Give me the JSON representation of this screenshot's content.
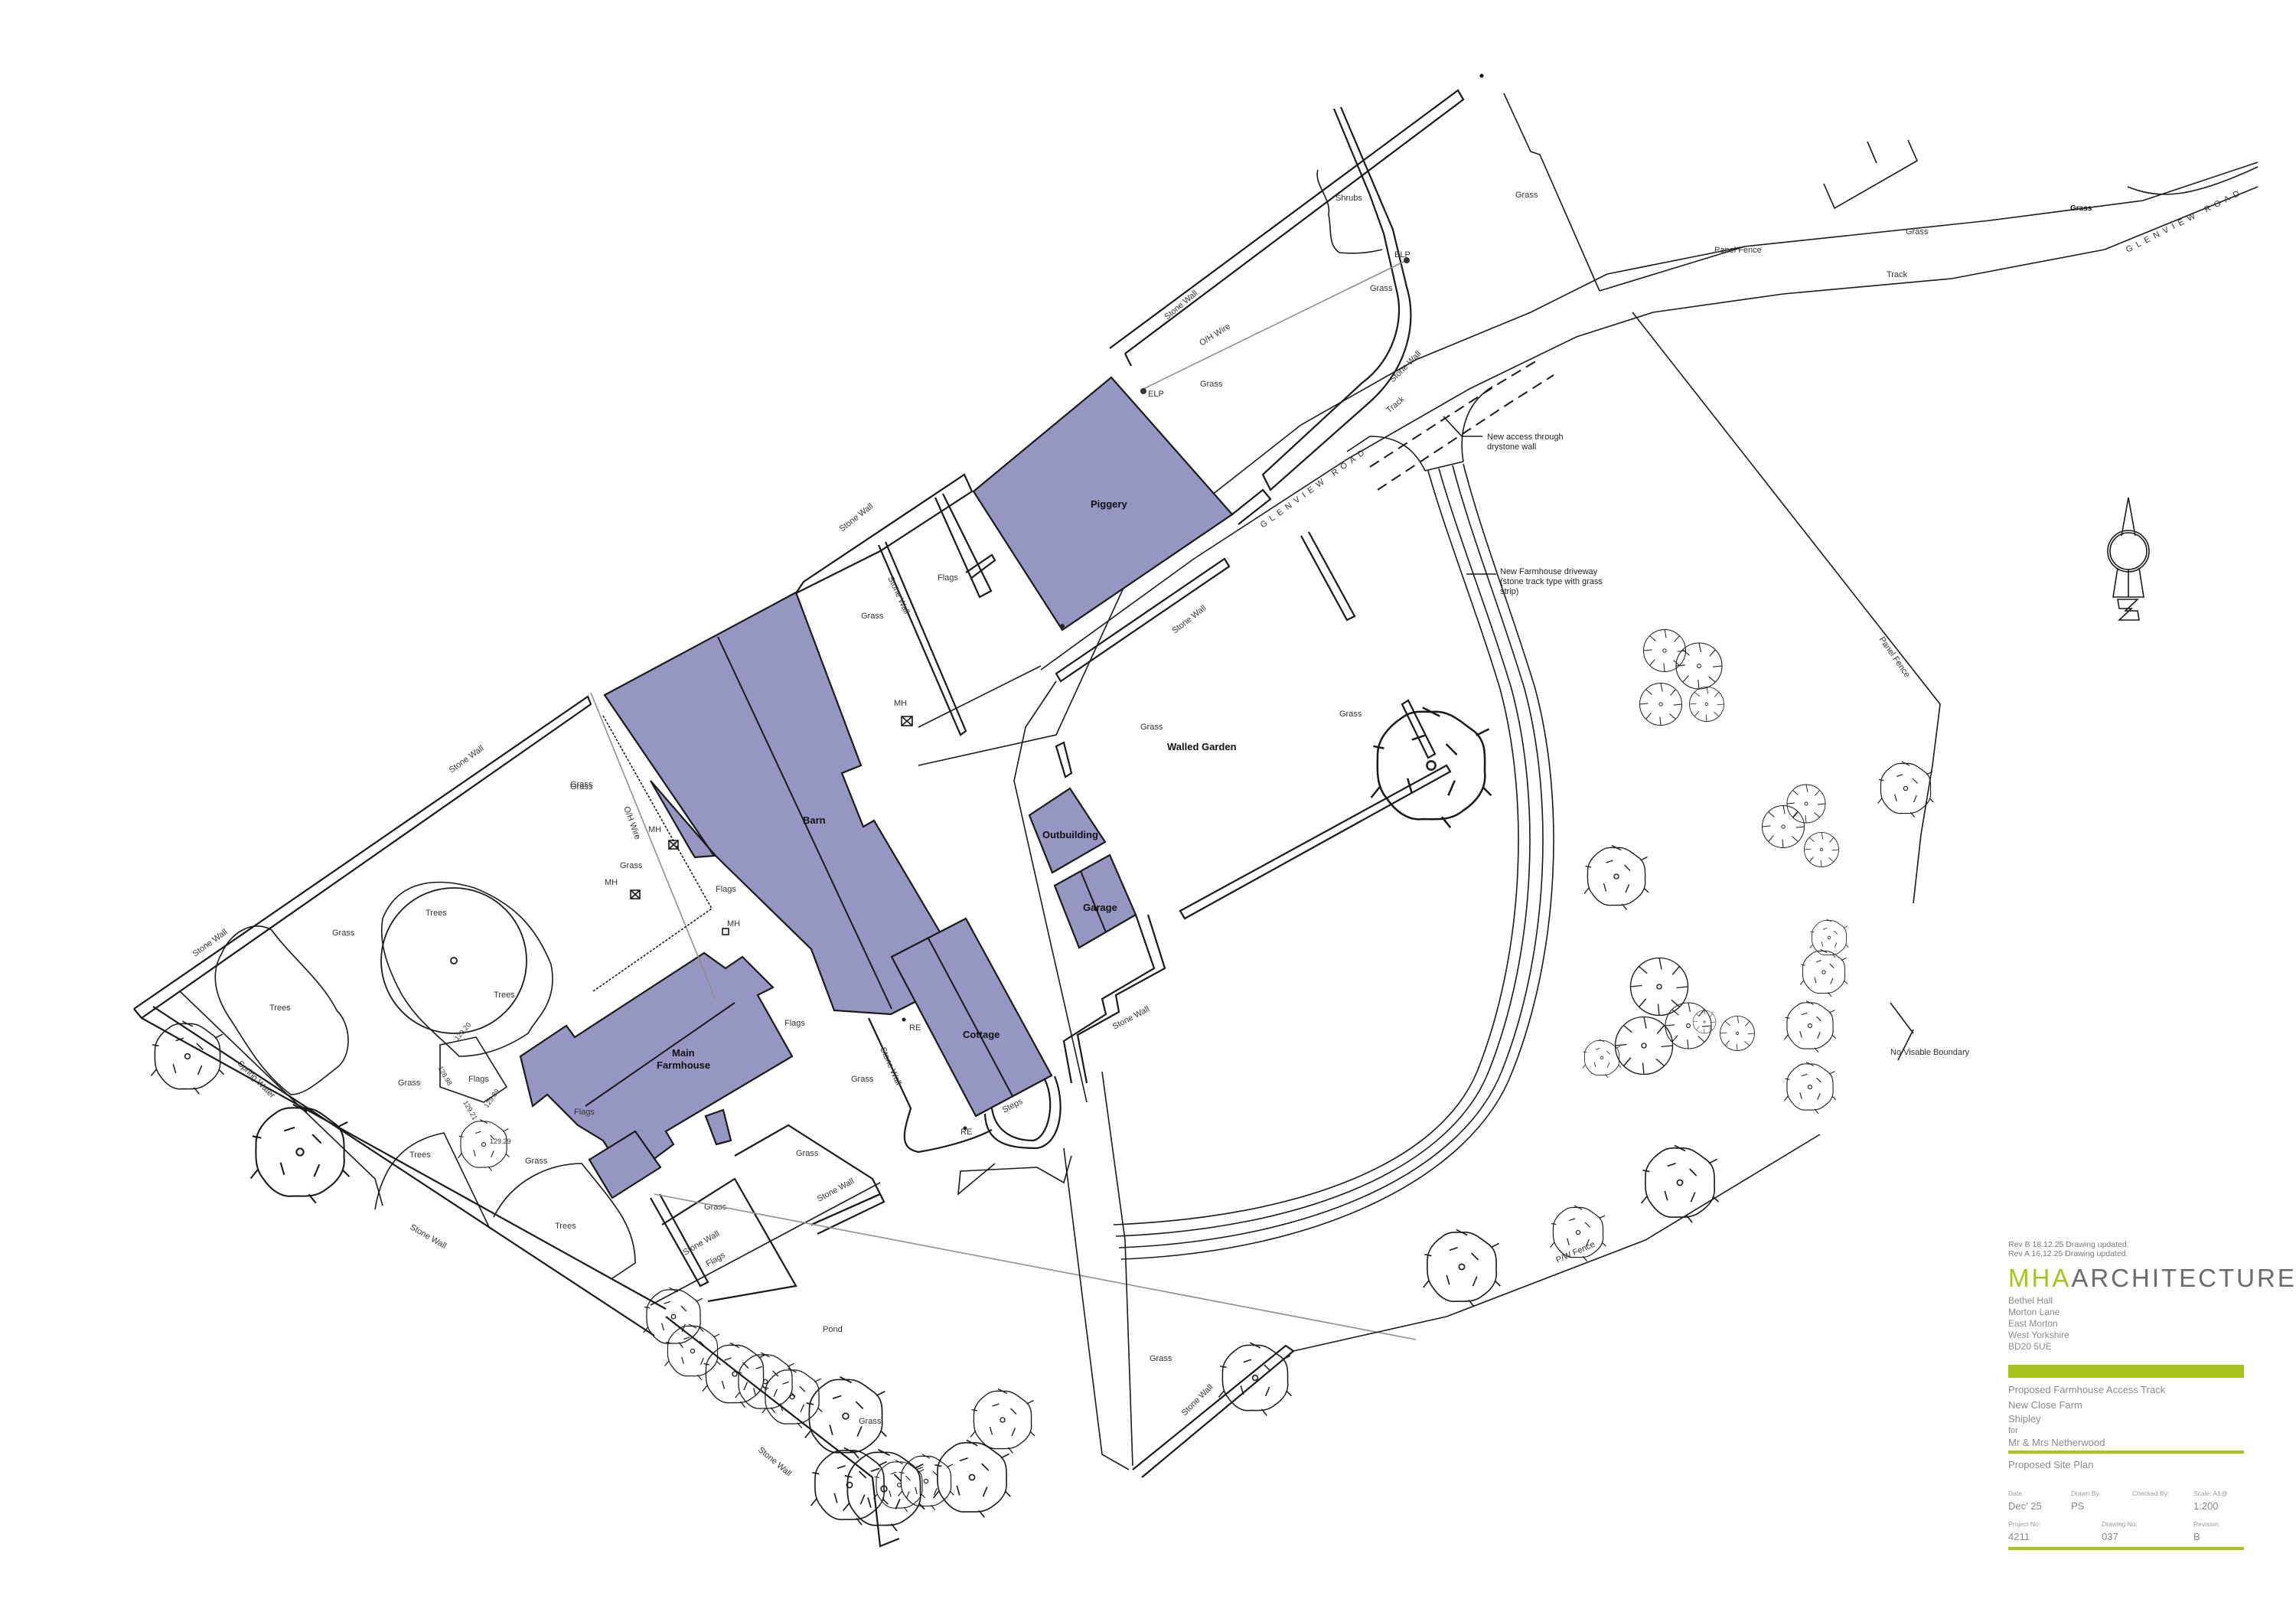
{
  "drawing": {
    "type": "Proposed Site Plan",
    "building_fill": "#9696c3",
    "accent_color": "#a6c419"
  },
  "buildings": [
    {
      "id": "piggery",
      "label": "Piggery"
    },
    {
      "id": "barn",
      "label": "Barn"
    },
    {
      "id": "cottage",
      "label": "Cottage"
    },
    {
      "id": "main-farmhouse",
      "label_line1": "Main",
      "label_line2": "Farmhouse"
    },
    {
      "id": "outbuilding",
      "label": "Outbuilding"
    },
    {
      "id": "garage",
      "label": "Garage"
    }
  ],
  "areas": {
    "walled_garden": "Walled Garden",
    "pond": "Pond",
    "grass": "Grass",
    "flags": "Flags",
    "trees": "Trees",
    "shrubs": "Shrubs",
    "track": "Track",
    "steps": "Steps"
  },
  "features": {
    "stone_wall": "Stone Wall",
    "panel_fence": "Panel Fence",
    "pw_fence": "P/W Fence",
    "oh_wire": "O/H Wire",
    "elp": "ELP",
    "mh": "MH",
    "re": "RE",
    "spring_water": "Spring Water",
    "no_visible_boundary": "No Visable Boundary",
    "road_name": "GLENVIEW ROAD"
  },
  "levels": [
    "129.20",
    "128.98",
    "129.21",
    "129.39",
    "129.29"
  ],
  "annotations": {
    "new_access_line1": "New access through",
    "new_access_line2": "drystone wall",
    "driveway_line1": "New Farmhouse driveway",
    "driveway_line2": "(stone track type with grass",
    "driveway_line3": "strip)"
  },
  "north_arrow": {
    "label": "N"
  },
  "title_block": {
    "revisions": [
      "Rev B 18.12.25 Drawing updated.",
      "Rev A 16.12.25 Drawing updated."
    ],
    "brand_mha": "MHA",
    "brand_arch": "ARCHITECTURE",
    "address": [
      "Bethel Hall",
      "Morton Lane",
      "East Morton",
      "West Yorkshire",
      "BD20 5UE"
    ],
    "project_title": "Proposed Farmhouse Access Track",
    "site": "New Close Farm",
    "town": "Shipley",
    "for": "for",
    "client": "Mr & Mrs Netherwood",
    "sheet_title": "Proposed Site Plan",
    "date_label": "Date:",
    "date": "Dec' 25",
    "drawn_by_label": "Drawn By:",
    "drawn_by": "PS",
    "checked_by_label": "Checked By:",
    "checked_by": "",
    "scale_label": "Scale: A1@",
    "scale": "1:200",
    "project_no_label": "Project No:",
    "project_no": "4211",
    "drawing_no_label": "Drawing No:",
    "drawing_no": "037",
    "revision_label": "Revision:",
    "revision": "B"
  }
}
